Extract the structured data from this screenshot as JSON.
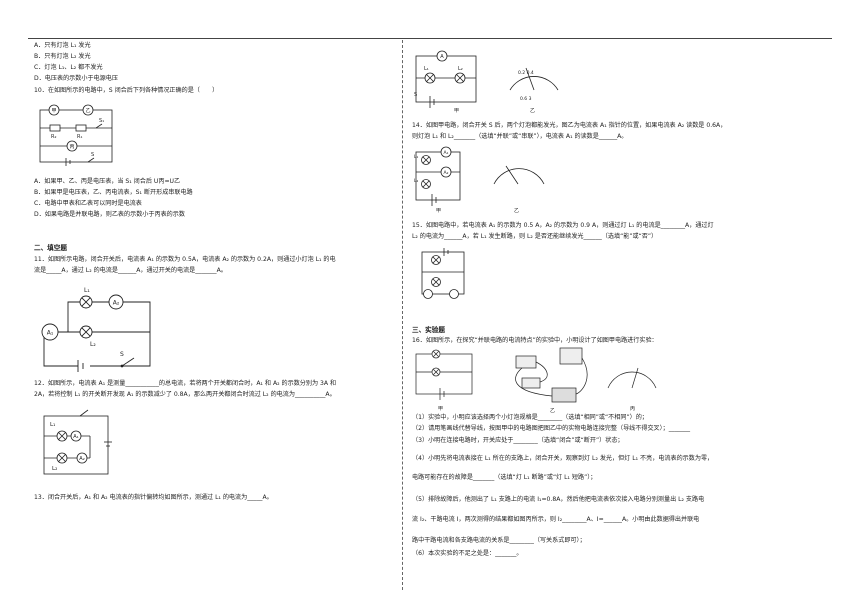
{
  "left": {
    "q9_options": [
      "A．只有灯泡 L₁ 发光",
      "B．只有灯泡 L₂ 发光",
      "C．灯泡 L₁、L₂ 都不发光",
      "D．电压表的示数小于电源电压"
    ],
    "q10": {
      "stem": "10．在如图所示的电路中，S 闭合后下列各种情况正确的是（　　）",
      "labels": {
        "jia": "甲",
        "yi": "乙",
        "bing": "丙",
        "r2": "R₂",
        "r1": "R₁",
        "s1": "S₁",
        "s": "S"
      },
      "options": [
        "A．如果甲、乙、丙是电压表，当 S₁ 闭合后 U丙=U乙",
        "B．如果甲是电压表，乙、丙电流表，S₁ 断开形成串联电路",
        "C．电路中甲表和乙表可以同时是电流表",
        "D．如果电路是并联电路，则乙表的示数小于丙表的示数"
      ]
    },
    "section2_title": "二、填空题",
    "q11": {
      "lines": [
        "11．如图所示电路，闭合开关后，电流表 A₁ 的示数为 0.5A，电流表 A₂ 的示数为 0.2A，则通过小灯泡 L₁ 的电",
        "流是_____A，通过 L₂ 的电流是______A，通过开关的电流是_______A。"
      ],
      "labels": {
        "l1": "L₁",
        "l2": "L₂",
        "a1": "A₁",
        "a2": "A₂",
        "s": "S"
      }
    },
    "q12": {
      "lines": [
        "12．如图所示，电流表 A₁ 是测量___________的总电流，若将两个开关都闭合时，A₁ 和 A₂ 的示数分别为 3A 和",
        "2A，若将控制 L₁ 的开关断开发现 A₁ 的示数减少了 0.8A，那么两开关都闭合时流过 L₂ 的电流为__________A。"
      ],
      "labels": {
        "l1": "L₁",
        "l2": "L₂",
        "a1": "A₁",
        "a2": "A₂"
      }
    },
    "q13": "13．闭合开关后，A₁ 和 A₂ 电流表的指针偏转均如图所示，测通过 L₁ 的电流为_____A。"
  },
  "right": {
    "top_fig_labels": {
      "a": "A",
      "l1": "L₁",
      "l2": "L₂",
      "s": "S",
      "jia": "甲",
      "yi": "乙",
      "scale_top": "0.2  0.4",
      "scale_bot": "0.6  3"
    },
    "q14": [
      "14．如图甲电路，闭合开关 S 后，两个灯泡都能发光，图乙为电流表 A₁ 指针的位置，如果电流表 A₂ 读数是 0.6A，",
      "则灯泡 L₁ 和 L₂_______（选填“并联”或“串联”），电流表 A₁ 的读数是______A。"
    ],
    "q14_fig_labels": {
      "a1": "A₁",
      "a2": "A₂",
      "l1": "L₁",
      "l2": "L₂",
      "jia": "甲",
      "yi": "乙"
    },
    "q15": [
      "15．如图电路中，若电流表 A₁ 的示数为 0.5 A，A₂ 的示数为 0.9 A，则通过灯 L₁ 的电流是________A，通过灯",
      "L₂ 的电流为______A，若 L₁ 发生断路，则 L₂ 是否还能继续发光______（选填“能”或“否”）"
    ],
    "section3_title": "三、实验题",
    "q16": {
      "stem": "16．如图所示，在探究“并联电路的电流特点”的实验中，小明设计了如图甲电路进行实验：",
      "fig_labels": {
        "jia": "甲",
        "yi": "乙",
        "bing": "丙"
      },
      "sub": [
        "（1）实验中，小明应该选择两个小灯泡规格是________（选填“相同”或“不相同”）的；",
        "（2）请用笔画线代替导线，按图甲中的电路图把图乙中的实物电路连接完整（导线不得交叉）；_______",
        "（3）小明在连接电路时，开关应处于________（选填“闭合”或“断开”）状态；",
        "（4）小明先将电流表接在 L₁ 所在的支路上，闭合开关，观察到灯 L₂ 发光，但灯 L₁ 不亮，电流表的示数为零，",
        "电路可能存在的故障是_______（选填“灯 L₁ 断路”或“灯 L₁ 短路”）；",
        "（5）排除故障后，他测出了 L₁ 支路上的电流 I₁=0.8A，然后他把电流表依次接入电路分别测量出 L₂ 支路电",
        "流 I₂、干路电流 I，两次测得的结果都如图丙所示，则 I₂________A、I=______A。小明由此数据得出并联电",
        "路中干路电流和各支路电流的关系是________（写关系式即可）；",
        "（6）本次实验的不足之处是：_______。"
      ]
    }
  }
}
